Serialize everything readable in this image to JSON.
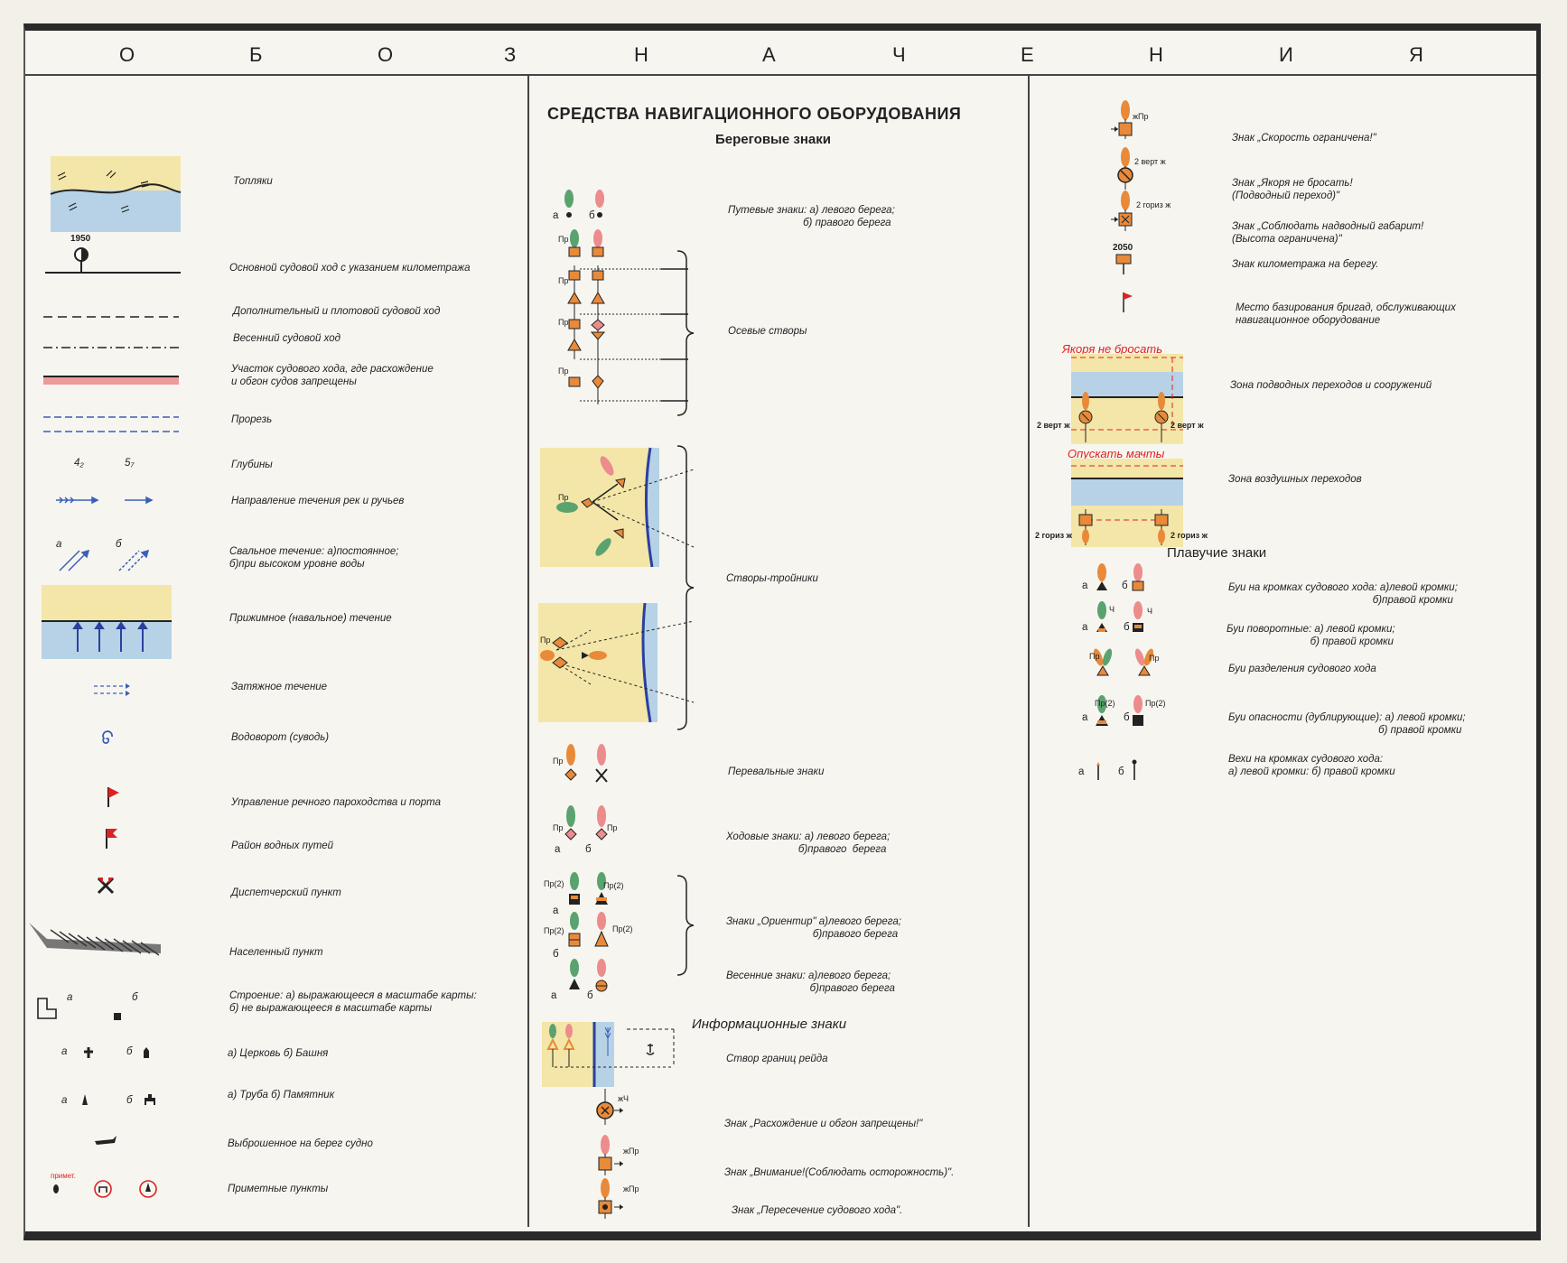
{
  "title_letters": [
    "О",
    "Б",
    "О",
    "З",
    "Н",
    "А",
    "Ч",
    "Е",
    "Н",
    "И",
    "Я"
  ],
  "colors": {
    "land": "#f3e6a8",
    "water": "#b7d2e6",
    "green": "#5aa36f",
    "pink": "#ec8c8c",
    "orange": "#e88a3a",
    "red": "#d22",
    "blue": "#3a5fb8"
  },
  "col1": {
    "items": [
      {
        "label": "Топляки"
      },
      {
        "label": "Основной судовой ход с указанием километража",
        "km": "1950"
      },
      {
        "label": "Дополнительный и плотовой судовой ход"
      },
      {
        "label": "Весенний судовой ход"
      },
      {
        "label": "Участок судового хода, где расхождение\nи обгон судов запрещены"
      },
      {
        "label": "Прорезь"
      },
      {
        "label": "Глубины",
        "a": "4₂",
        "b": "5₇"
      },
      {
        "label": "Направление течения рек и ручьев"
      },
      {
        "label": "Свальное течение: а)постоянное;\nб)при высоком уровне воды",
        "a": "а",
        "b": "б"
      },
      {
        "label": "Прижимное (навальное) течение"
      },
      {
        "label": "Затяжное течение"
      },
      {
        "label": "Водоворот (суводь)"
      },
      {
        "label": "Управление речного пароходства и порта"
      },
      {
        "label": "Район водных путей"
      },
      {
        "label": "Диспетчерский пункт"
      },
      {
        "label": "Населенный пункт"
      },
      {
        "label": "Строение: а) выражающееся в масштабе карты:\nб) не выражающееся в масштабе карты",
        "a": "а",
        "b": "б"
      },
      {
        "label": "а) Церковь  б) Башня",
        "a": "а",
        "b": "б"
      },
      {
        "label": "а) Труба    б) Памятник",
        "a": "а",
        "b": "б"
      },
      {
        "label": "Выброшенное на берег судно"
      },
      {
        "label": "Приметные пункты",
        "note": "примет."
      }
    ]
  },
  "col2": {
    "header": "СРЕДСТВА НАВИГАЦИОННОГО ОБОРУДОВАНИЯ",
    "subheader": "Береговые знаки",
    "info_header": "Информационные знаки",
    "letter_a": "а",
    "letter_b": "б",
    "pr": "Пр",
    "pr2": "Пр(2)",
    "zhch": "жЧ",
    "zhpr": "жПр",
    "items": [
      {
        "label": "Путевые знаки: а) левого берега;\n                          б) правого берега"
      },
      {
        "label": "Осевые створы"
      },
      {
        "label": "Створы-тройники"
      },
      {
        "label": "Перевальные знаки"
      },
      {
        "label": "Ходовые знаки: а) левого берега;\n                         б)правого  берега"
      },
      {
        "label": "Знаки „Ориентир\" а)левого берега;\n                              б)правого берега"
      },
      {
        "label": "Весенние знаки: а)левого берега;\n                             б)правого берега"
      },
      {
        "label": "Створ границ рейда"
      },
      {
        "label": "Знак „Расхождение и обгон запрещены!\""
      },
      {
        "label": "Знак „Внимание!(Соблюдать осторожность)\"."
      },
      {
        "label": "Знак „Пересечение судового хода\"."
      }
    ]
  },
  "col3": {
    "float_header": "Плавучие знаки",
    "anchors_text": "Якоря не бросать",
    "masts_text": "Опускать мачты",
    "vert": "2 верт ж",
    "horiz": "2 гориз ж",
    "km": "2050",
    "zhpr": "жПр",
    "ch": "Ч",
    "pr": "Пр",
    "pr2": "Пр(2)",
    "letter_a": "а",
    "letter_b": "б",
    "items": [
      {
        "label": "Знак „Скорость ограничена!\""
      },
      {
        "label": "Знак „Якоря не бросать!\n(Подводный переход)\""
      },
      {
        "label": "Знак „Соблюдать надводный габарит!\n(Высота ограничена)\""
      },
      {
        "label": "Знак километража на берегу."
      },
      {
        "label": "Место базирования бригад, обслуживающих\nнавигационное оборудование"
      },
      {
        "label": "Зона подводных переходов и сооружений"
      },
      {
        "label": "Зона воздушных переходов"
      },
      {
        "label": "Буи на кромках судового хода: а)левой кромки;\n                                                  б)правой кромки"
      },
      {
        "label": "Буи поворотные: а) левой кромки;\n                             б) правой кромки"
      },
      {
        "label": "Буи разделения судового хода"
      },
      {
        "label": "Буи опасности (дублирующие): а) левой кромки;\n                                                    б) правой кромки"
      },
      {
        "label": "Вехи на кромках судового хода:\nа) левой кромки: б) правой кромки"
      }
    ]
  }
}
